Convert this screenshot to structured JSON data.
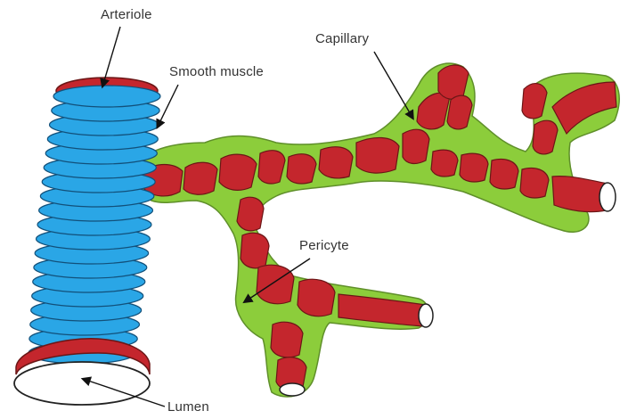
{
  "labels": {
    "arteriole": "Arteriole",
    "smooth_muscle": "Smooth muscle",
    "capillary": "Capillary",
    "pericyte": "Pericyte",
    "lumen": "Lumen"
  },
  "colors": {
    "smooth_muscle": "#2aa6e6",
    "vessel_wall": "#c4262d",
    "pericyte": "#8ccd3b",
    "lumen": "#ffffff",
    "outline": "#222222"
  }
}
